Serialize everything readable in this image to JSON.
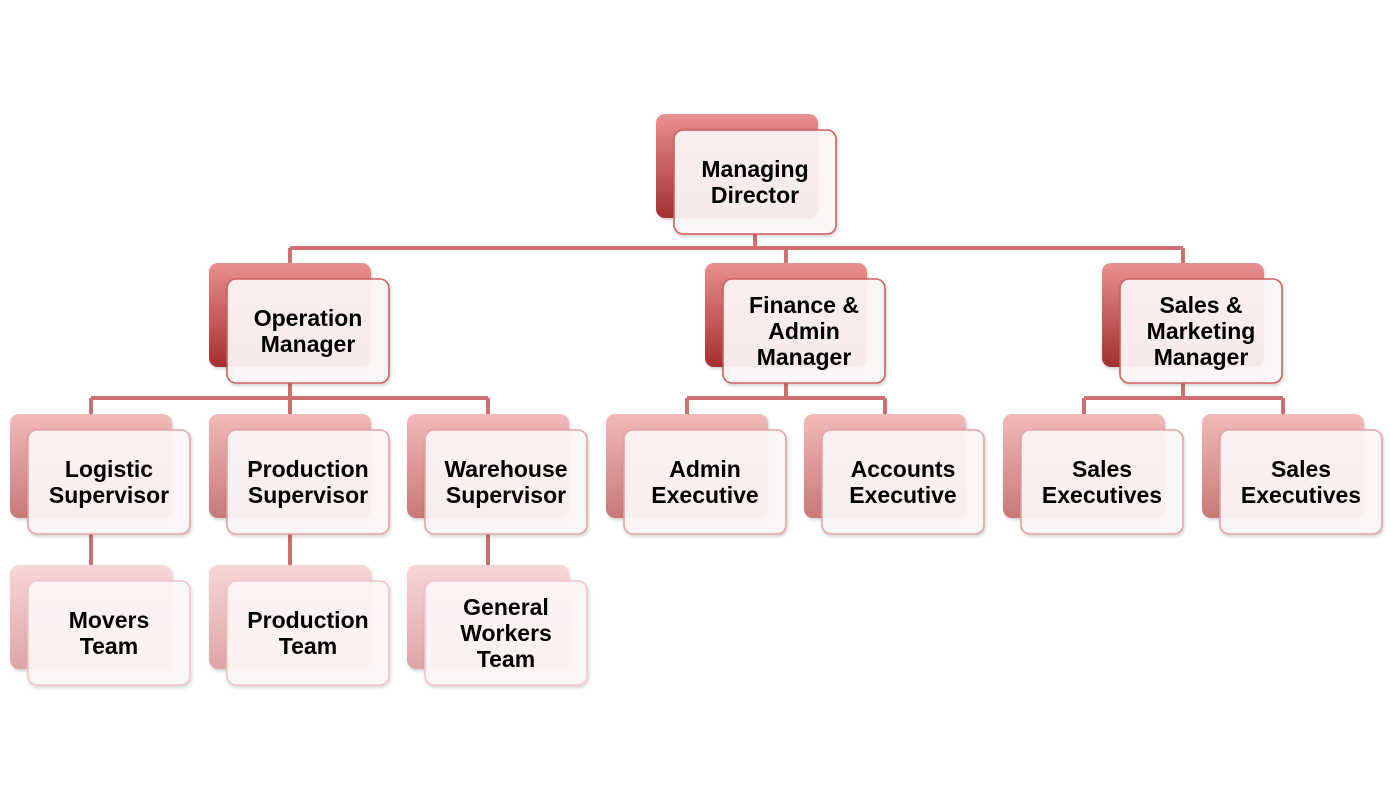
{
  "colors": {
    "connector": "#cf6f6f",
    "back_strong_top": "#e99090",
    "back_strong_bottom": "#a52f2f",
    "back_soft_top": "#f2b9b9",
    "back_soft_bottom": "#c87878",
    "back_faint_top": "#f7d6d6",
    "back_faint_bottom": "#dfa5a5",
    "front_fill": "#fdf6f6",
    "front_border_strong": "#cf5f5f",
    "front_border_soft": "#e3a3a3",
    "front_border_faint": "#efc6c6"
  },
  "org_chart": {
    "managing_director": {
      "label_lines": [
        "Managing",
        "Director"
      ]
    },
    "managers": [
      {
        "id": "operation",
        "label_lines": [
          "Operation",
          "Manager"
        ]
      },
      {
        "id": "finance",
        "label_lines": [
          "Finance &",
          "Admin",
          "Manager"
        ]
      },
      {
        "id": "sales",
        "label_lines": [
          "Sales &",
          "Marketing",
          "Manager"
        ]
      }
    ],
    "supervisors": [
      {
        "id": "logistic",
        "parent": "operation",
        "label_lines": [
          "Logistic",
          "Supervisor"
        ]
      },
      {
        "id": "production",
        "parent": "operation",
        "label_lines": [
          "Production",
          "Supervisor"
        ]
      },
      {
        "id": "warehouse",
        "parent": "operation",
        "label_lines": [
          "Warehouse",
          "Supervisor"
        ]
      },
      {
        "id": "admin-exec",
        "parent": "finance",
        "label_lines": [
          "Admin",
          "Executive"
        ]
      },
      {
        "id": "accounts-exec",
        "parent": "finance",
        "label_lines": [
          "Accounts",
          "Executive"
        ]
      },
      {
        "id": "sales-exec-1",
        "parent": "sales",
        "label_lines": [
          "Sales",
          "Executives"
        ]
      },
      {
        "id": "sales-exec-2",
        "parent": "sales",
        "label_lines": [
          "Sales",
          "Executives"
        ]
      }
    ],
    "teams": [
      {
        "id": "movers",
        "parent": "logistic",
        "label_lines": [
          "Movers",
          "Team"
        ]
      },
      {
        "id": "production-team",
        "parent": "production",
        "label_lines": [
          "Production",
          "Team"
        ]
      },
      {
        "id": "general-workers",
        "parent": "warehouse",
        "label_lines": [
          "General",
          "Workers",
          "Team"
        ]
      }
    ]
  }
}
